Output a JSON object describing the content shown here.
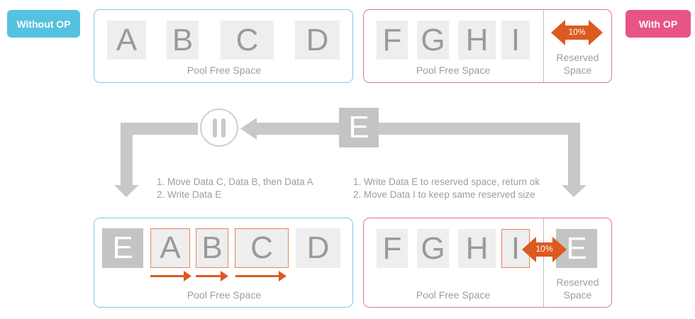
{
  "badges": {
    "without_op": "Without OP",
    "with_op": "With OP"
  },
  "colors": {
    "without_op": "#55c2e0",
    "with_op": "#e85585",
    "accent_arrow": "#dd5a1e",
    "block_fill": "#eeeeee",
    "new_block_fill": "#c4c4c4",
    "flow_arrow": "#c8c8c8"
  },
  "top_left": {
    "blocks": [
      "A",
      "B",
      "C",
      "D"
    ],
    "caption": "Pool Free Space"
  },
  "top_right": {
    "blocks": [
      "F",
      "G",
      "H",
      "I"
    ],
    "caption": "Pool Free Space",
    "reserved_percent": "10%",
    "reserved_caption_line1": "Reserved",
    "reserved_caption_line2": "Space"
  },
  "flow": {
    "incoming_block": "E",
    "pause_icon": "pause-icon",
    "left_steps": [
      "1. Move Data C, Data B, then Data A",
      "2. Write Data E"
    ],
    "right_steps": [
      "1. Write Data E to reserved space, return ok",
      "2. Move Data I to keep same reserved size"
    ]
  },
  "bottom_left": {
    "new_block": "E",
    "blocks": [
      "A",
      "B",
      "C",
      "D"
    ],
    "caption": "Pool Free Space"
  },
  "bottom_right": {
    "blocks": [
      "F",
      "G",
      "H",
      "I"
    ],
    "new_block": "E",
    "caption": "Pool Free Space",
    "reserved_percent": "10%",
    "reserved_caption_line1": "Reserved",
    "reserved_caption_line2": "Space"
  }
}
